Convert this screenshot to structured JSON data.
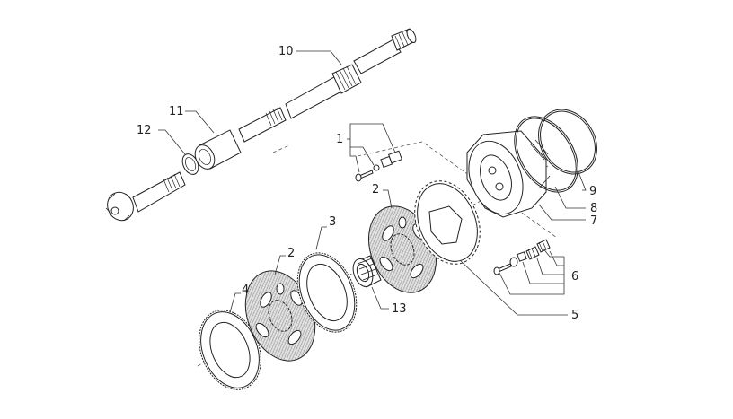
{
  "callouts": {
    "c1": "1",
    "c2a": "2",
    "c2b": "2",
    "c3": "3",
    "c4": "4",
    "c5": "5",
    "c6": "6",
    "c7": "7",
    "c8": "8",
    "c9": "9",
    "c10": "10",
    "c11": "11",
    "c12": "12",
    "c13": "13"
  }
}
